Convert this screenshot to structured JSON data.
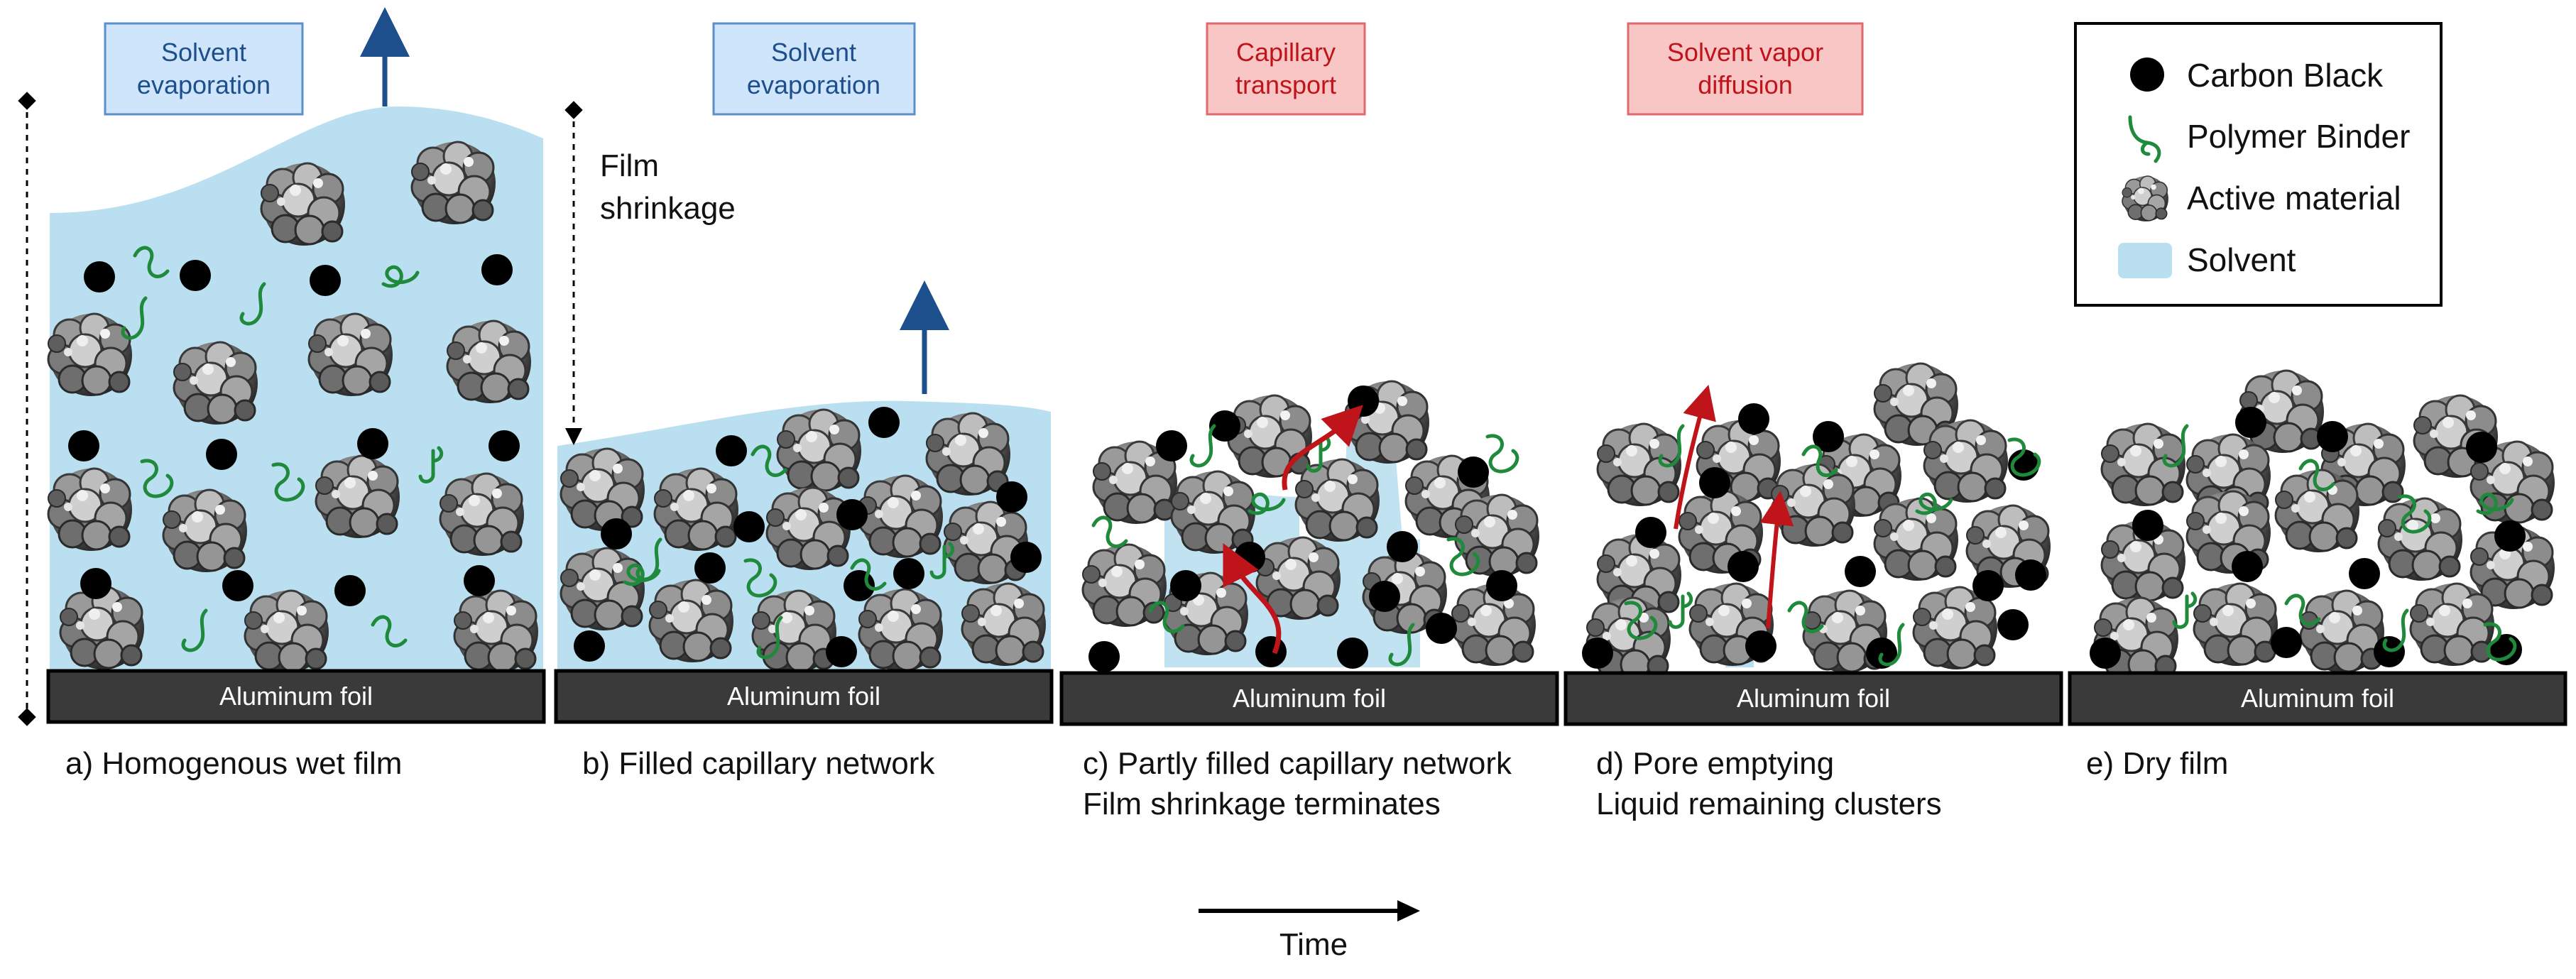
{
  "colors": {
    "solvent": "#b9dff0",
    "solvent_edge": "#a3d3ea",
    "foil": "#3a3a3a",
    "binder": "#1f8a3b",
    "carbon": "#000000",
    "blue_arrow": "#1d4f8c",
    "red_arrow": "#c0141b",
    "blue_box_fill": "#cfe5fb",
    "blue_box_stroke": "#5b8fc9",
    "blue_box_text": "#1d4f8c",
    "red_box_fill": "#f9c6c6",
    "red_box_stroke": "#e0696d",
    "red_box_text": "#c0141b"
  },
  "panels": [
    {
      "id": "a",
      "process_box": {
        "line1": "Solvent",
        "line2": "evaporation",
        "kind": "blue"
      },
      "foil_label": "Aluminum foil",
      "caption_line1": "a) Homogenous wet film",
      "caption_line2": ""
    },
    {
      "id": "b",
      "process_box": {
        "line1": "Solvent",
        "line2": "evaporation",
        "kind": "blue"
      },
      "foil_label": "Aluminum foil",
      "caption_line1": "b) Filled capillary network",
      "caption_line2": ""
    },
    {
      "id": "c",
      "process_box": {
        "line1": "Capillary",
        "line2": "transport",
        "kind": "red"
      },
      "foil_label": "Aluminum foil",
      "caption_line1": "c) Partly filled capillary network",
      "caption_line2": "Film shrinkage terminates"
    },
    {
      "id": "d",
      "process_box": {
        "line1": "Solvent vapor",
        "line2": "diffusion",
        "kind": "red"
      },
      "foil_label": "Aluminum foil",
      "caption_line1": "d) Pore emptying",
      "caption_line2": "Liquid remaining clusters"
    },
    {
      "id": "e",
      "process_box": null,
      "foil_label": "Aluminum foil",
      "caption_line1": "e) Dry film",
      "caption_line2": ""
    }
  ],
  "film_shrinkage": {
    "line1": "Film",
    "line2": "shrinkage"
  },
  "time_label": "Time",
  "legend": [
    {
      "icon": "carbon-black-icon",
      "label": "Carbon Black"
    },
    {
      "icon": "polymer-binder-icon",
      "label": "Polymer Binder"
    },
    {
      "icon": "active-material-icon",
      "label": "Active material"
    },
    {
      "icon": "solvent-swatch-icon",
      "label": "Solvent"
    }
  ]
}
